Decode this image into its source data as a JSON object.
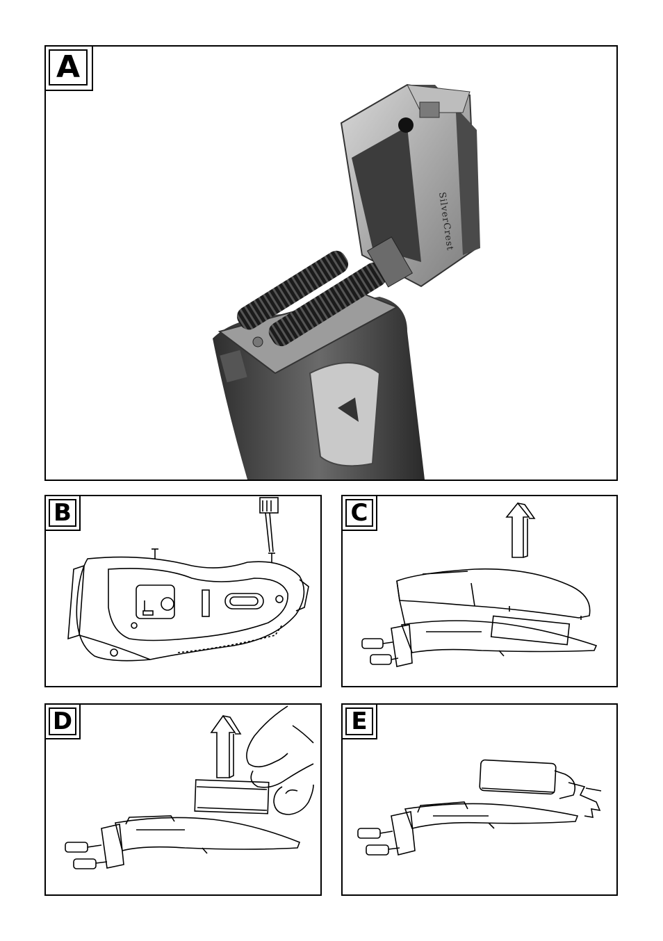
{
  "panels": [
    {
      "id": "A",
      "label": "A",
      "brand_text": "SilverCrest"
    },
    {
      "id": "B",
      "label": "B"
    },
    {
      "id": "C",
      "label": "C"
    },
    {
      "id": "D",
      "label": "D"
    },
    {
      "id": "E",
      "label": "E"
    }
  ],
  "colors": {
    "line": "#000000",
    "background": "#ffffff",
    "photo_dark": "#3a3a3a",
    "photo_silver": "#b8b8b8"
  }
}
